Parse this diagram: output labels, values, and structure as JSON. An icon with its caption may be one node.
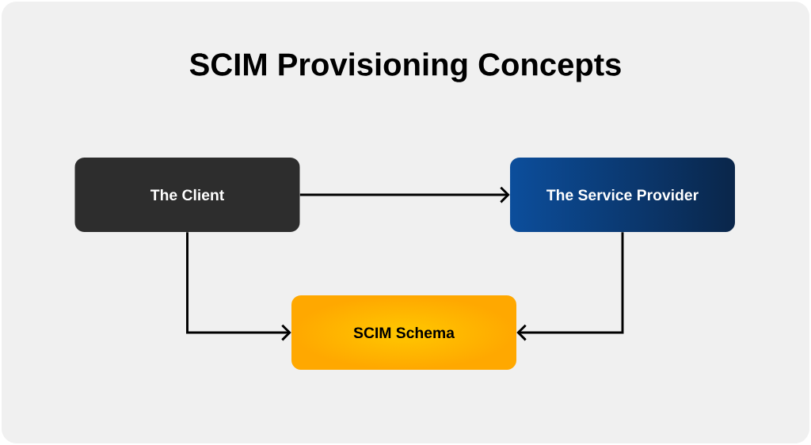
{
  "diagram": {
    "title": "SCIM Provisioning Concepts",
    "nodes": [
      {
        "text": [
          "The Client"
        ]
      },
      {
        "text": [
          "The Service Provider"
        ]
      },
      {
        "text": [
          "SCIM Schema"
        ]
      }
    ],
    "edges": [
      {
        "from": 0,
        "to": 1,
        "arrow": "to"
      },
      {
        "from": 0,
        "to": 2,
        "arrow": "to"
      },
      {
        "from": 1,
        "to": 2,
        "arrow": "to"
      }
    ]
  }
}
